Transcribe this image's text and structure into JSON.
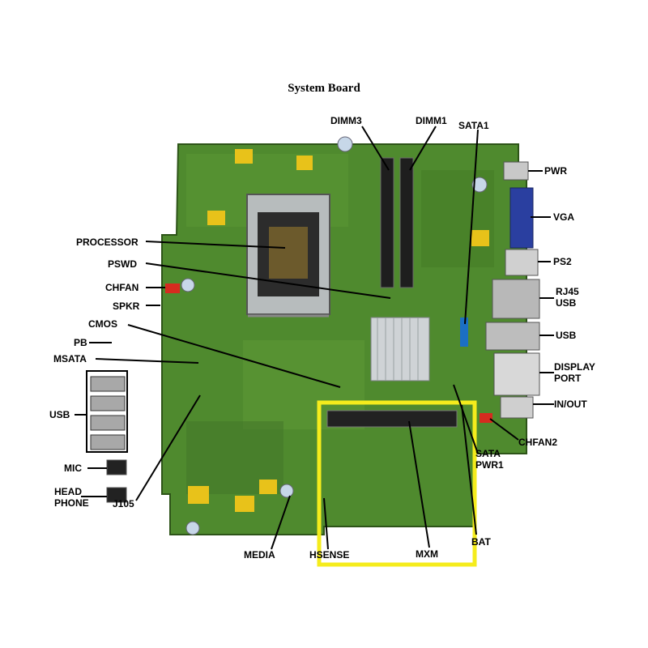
{
  "title": "System Board",
  "labels": {
    "dimm3": "DIMM3",
    "dimm1": "DIMM1",
    "sata1": "SATA1",
    "pwr": "PWR",
    "vga": "VGA",
    "ps2": "PS2",
    "rj45_usb_line1": "RJ45",
    "rj45_usb_line2": "USB",
    "usb_right": "USB",
    "display_port_line1": "DISPLAY",
    "display_port_line2": "PORT",
    "in_out": "IN/OUT",
    "chfan2": "CHFAN2",
    "sata_pwr1_line1": "SATA",
    "sata_pwr1_line2": "PWR1",
    "bat": "BAT",
    "mxm": "MXM",
    "hsense": "HSENSE",
    "media": "MEDIA",
    "j105": "J105",
    "head_phone_line1": "HEAD",
    "head_phone_line2": "PHONE",
    "mic": "MIC",
    "usb_left": "USB",
    "pb": "PB",
    "msata": "MSATA",
    "cmos": "CMOS",
    "spkr": "SPKR",
    "chfan": "CHFAN",
    "pswd": "PSWD",
    "processor": "PROCESSOR"
  },
  "colors": {
    "pcb": "#4f8a2e",
    "pcb_dark": "#3a6b22",
    "highlight": "#f5ec1c",
    "heatsink": "#cfd3d6",
    "capacitor": "#e8c21a",
    "vga_port": "#2a3fa0",
    "sata_port": "#1b6fc4",
    "fan_header": "#d62b1f"
  }
}
